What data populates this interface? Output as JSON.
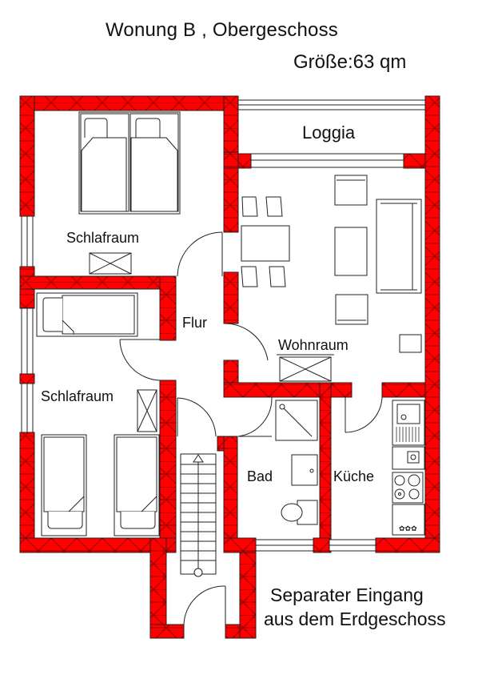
{
  "header": {
    "title": "Wonung B , Obergeschoss",
    "area": "Größe:63 qm"
  },
  "rooms": {
    "bedroom_top": "Schlafraum",
    "bedroom_bottom": "Schlafraum",
    "hallway": "Flur",
    "loggia": "Loggia",
    "living": "Wohnraum",
    "bath": "Bad",
    "kitchen": "Küche"
  },
  "footer_note": {
    "line1": "Separater Eingang",
    "line2": "aus dem Erdgeschoss"
  },
  "colors": {
    "wall_fill": "#ff0000",
    "wall_hatch": "#8b0000",
    "line": "#222222",
    "background": "#ffffff"
  }
}
